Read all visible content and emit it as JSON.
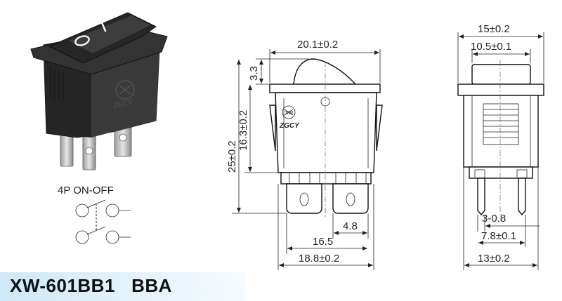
{
  "product": {
    "model": "XW-601BB1",
    "variant": "BBA",
    "brand_mark": "ZGCY",
    "brand_badge": "XW"
  },
  "photo": {
    "rocker_on_symbol": "I",
    "rocker_off_symbol": "O"
  },
  "schematic": {
    "title": "4P  ON-OFF"
  },
  "front_view": {
    "width_top": "20.1±0.2",
    "rocker_height": "3.3",
    "body_height": "16.3±0.2",
    "total_height": "25±0.2",
    "terminal_width": "4.8",
    "terminal_pitch": "16.5",
    "bottom_width": "18.8±0.2"
  },
  "side_view": {
    "top_width": "15±0.2",
    "rocker_width": "10.5±0.1",
    "terminal_thickness": "3-0.8",
    "terminal_spacing": "7.8±0.1",
    "bottom_width": "13±0.2"
  },
  "colors": {
    "switch_body": "#2b2b2b",
    "banner": "#cfe8f7"
  }
}
